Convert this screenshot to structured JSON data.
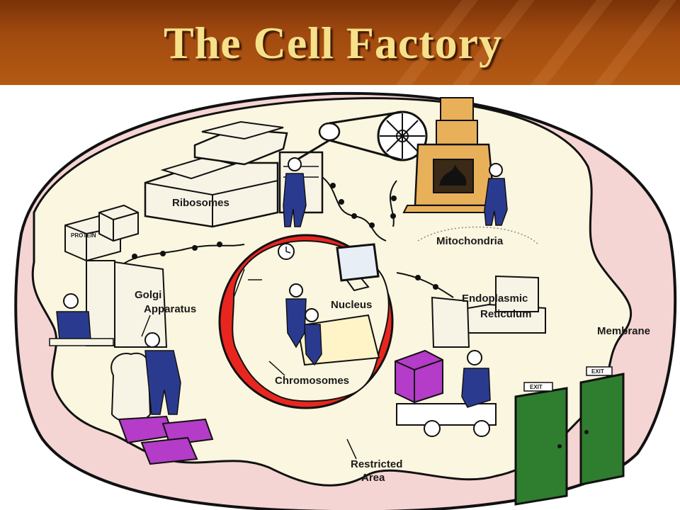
{
  "slide": {
    "title": "The Cell Factory"
  },
  "labels": {
    "ribosomes": "Ribosomes",
    "mitochondria": "Mitochondria",
    "golgi_line1": "Golgi",
    "golgi_line2": "Apparatus",
    "nucleus": "Nucleus",
    "endoplasmic_line1": "Endoplasmic",
    "endoplasmic_line2": "Reticulum",
    "membrane": "Membrane",
    "chromosomes": "Chromosomes",
    "restricted_line1": "Restricted",
    "restricted_line2": "Area",
    "protein_box": "PROTEIN",
    "exit_sign_left": "EXIT",
    "exit_sign_right": "EXIT"
  },
  "colors": {
    "title_bar": "#a14a10",
    "title_text": "#f6e08a",
    "cytoplasm": "#fbf6df",
    "outer_membrane": "#f5d4d4",
    "nucleus_envelope": "#e8261f",
    "worker_overalls": "#2a3b8f",
    "product_box": "#b43cc8",
    "doors": "#2f7d2f",
    "furnace": "#e9b05a"
  }
}
